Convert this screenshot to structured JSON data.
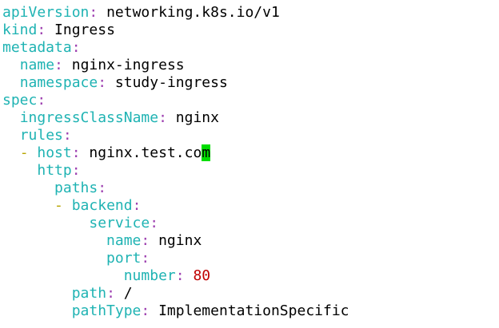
{
  "colors": {
    "key": "#1fb3b3",
    "punct": "#9d3fb0",
    "dash": "#b8a500",
    "value": "#000000",
    "number": "#c00000",
    "cursor": "#00dd00",
    "background": "#ffffff"
  },
  "lines": [
    {
      "indent": "",
      "dash": "",
      "key": "apiVersion",
      "value": "networking.k8s.io/v1",
      "value_type": "text"
    },
    {
      "indent": "",
      "dash": "",
      "key": "kind",
      "value": "Ingress",
      "value_type": "text"
    },
    {
      "indent": "",
      "dash": "",
      "key": "metadata",
      "value": "",
      "value_type": "text"
    },
    {
      "indent": "  ",
      "dash": "",
      "key": "name",
      "value": "nginx-ingress",
      "value_type": "text"
    },
    {
      "indent": "  ",
      "dash": "",
      "key": "namespace",
      "value": "study-ingress",
      "value_type": "text"
    },
    {
      "indent": "",
      "dash": "",
      "key": "spec",
      "value": "",
      "value_type": "text"
    },
    {
      "indent": "  ",
      "dash": "",
      "key": "ingressClassName",
      "value": "nginx",
      "value_type": "text"
    },
    {
      "indent": "  ",
      "dash": "",
      "key": "rules",
      "value": "",
      "value_type": "text"
    },
    {
      "indent": "  ",
      "dash": "- ",
      "key": "host",
      "value": "nginx.test.co",
      "cursor_char": "m",
      "value_type": "text"
    },
    {
      "indent": "    ",
      "dash": "",
      "key": "http",
      "value": "",
      "value_type": "text"
    },
    {
      "indent": "      ",
      "dash": "",
      "key": "paths",
      "value": "",
      "value_type": "text"
    },
    {
      "indent": "      ",
      "dash": "- ",
      "key": "backend",
      "value": "",
      "value_type": "text"
    },
    {
      "indent": "          ",
      "dash": "",
      "key": "service",
      "value": "",
      "value_type": "text"
    },
    {
      "indent": "            ",
      "dash": "",
      "key": "name",
      "value": "nginx",
      "value_type": "text"
    },
    {
      "indent": "            ",
      "dash": "",
      "key": "port",
      "value": "",
      "value_type": "text"
    },
    {
      "indent": "              ",
      "dash": "",
      "key": "number",
      "value": "80",
      "value_type": "number"
    },
    {
      "indent": "        ",
      "dash": "",
      "key": "path",
      "value": "/",
      "value_type": "text"
    },
    {
      "indent": "        ",
      "dash": "",
      "key": "pathType",
      "value": "ImplementationSpecific",
      "value_type": "text"
    }
  ]
}
